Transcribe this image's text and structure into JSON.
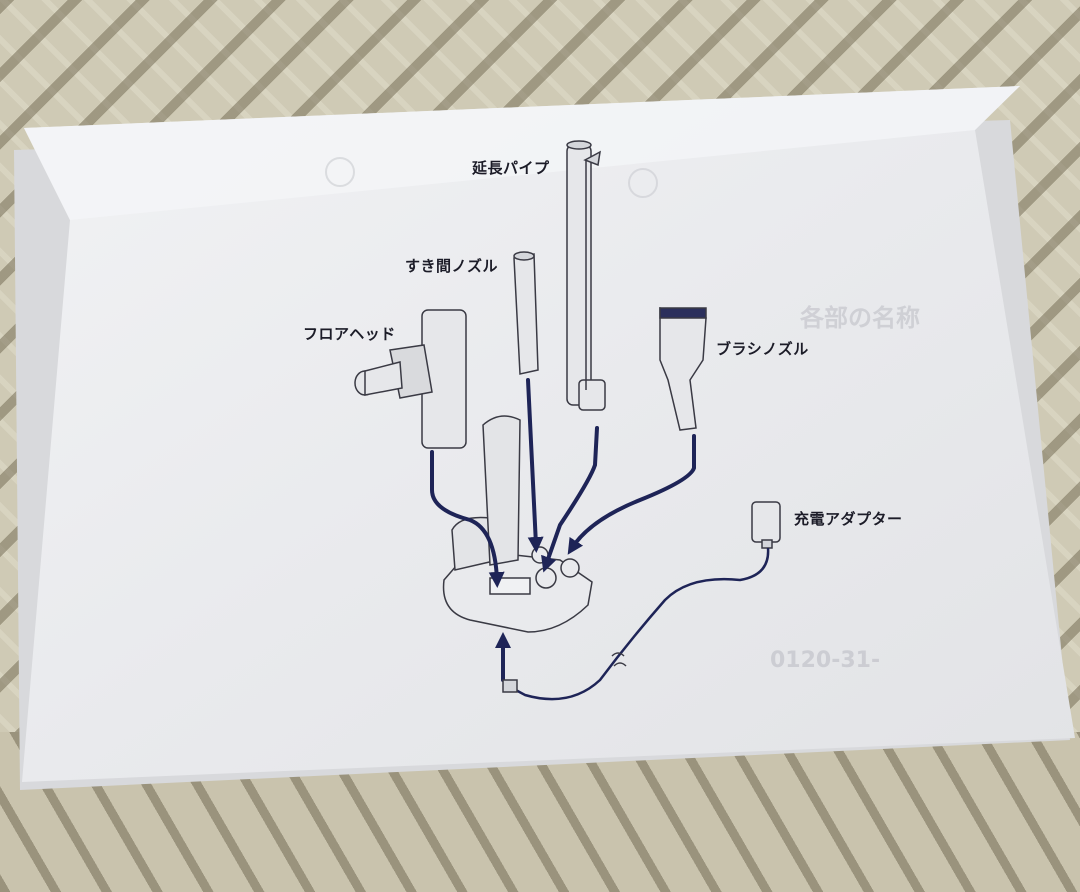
{
  "scene": {
    "description": "Photo of a printed Japanese instruction sheet for a cordless stick vacuum, lying on a beige chevron-patterned carpet",
    "colors": {
      "carpet": "#cfcab5",
      "carpet_stripe": "#787058",
      "paper": "#eef0f2",
      "arrow": "#1e2457",
      "line_art": "#3a3a44"
    }
  },
  "diagram": {
    "labels": {
      "extension_pipe": "延長パイプ",
      "crevice_nozzle": "すき間ノズル",
      "floor_head": "フロアヘッド",
      "brush_nozzle": "ブラシノズル",
      "charging_adapter": "充電アダプター"
    },
    "faint_background_text": {
      "right_heading": "各部の名称",
      "phone_line": "0120-31-"
    }
  }
}
